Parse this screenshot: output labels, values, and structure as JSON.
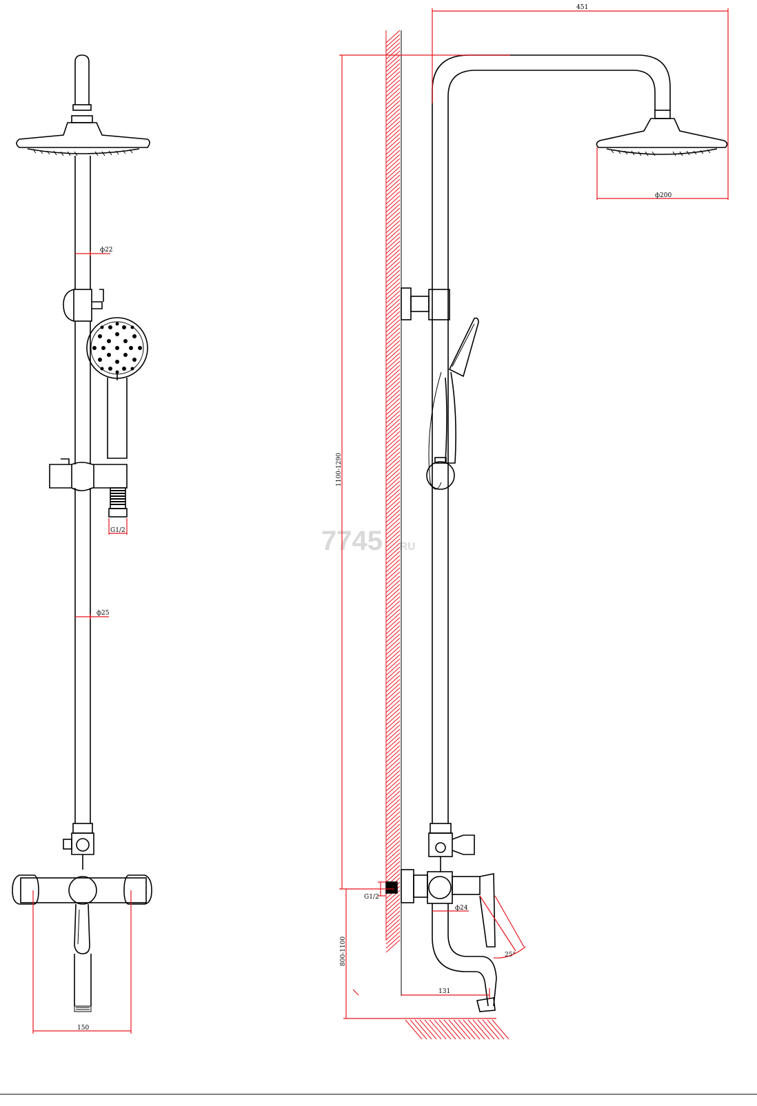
{
  "dimensions": {
    "front_d22": "ф22",
    "front_g12": "G1/2",
    "front_d25": "ф25",
    "front_150": "150",
    "side_451": "451",
    "side_d200": "ф200",
    "side_1100_1290": "1100-1290",
    "side_g12": "G1/2",
    "side_d24": "ф24",
    "side_angle": "25°",
    "side_800_1100": "800-1100",
    "side_131": "131"
  },
  "watermark": {
    "main": "7745",
    "suffix": ".RU"
  },
  "colors": {
    "line": "#000000",
    "dimension": "#e8141c",
    "hatch": "#e8141c",
    "watermark": "#d9d9d9"
  }
}
